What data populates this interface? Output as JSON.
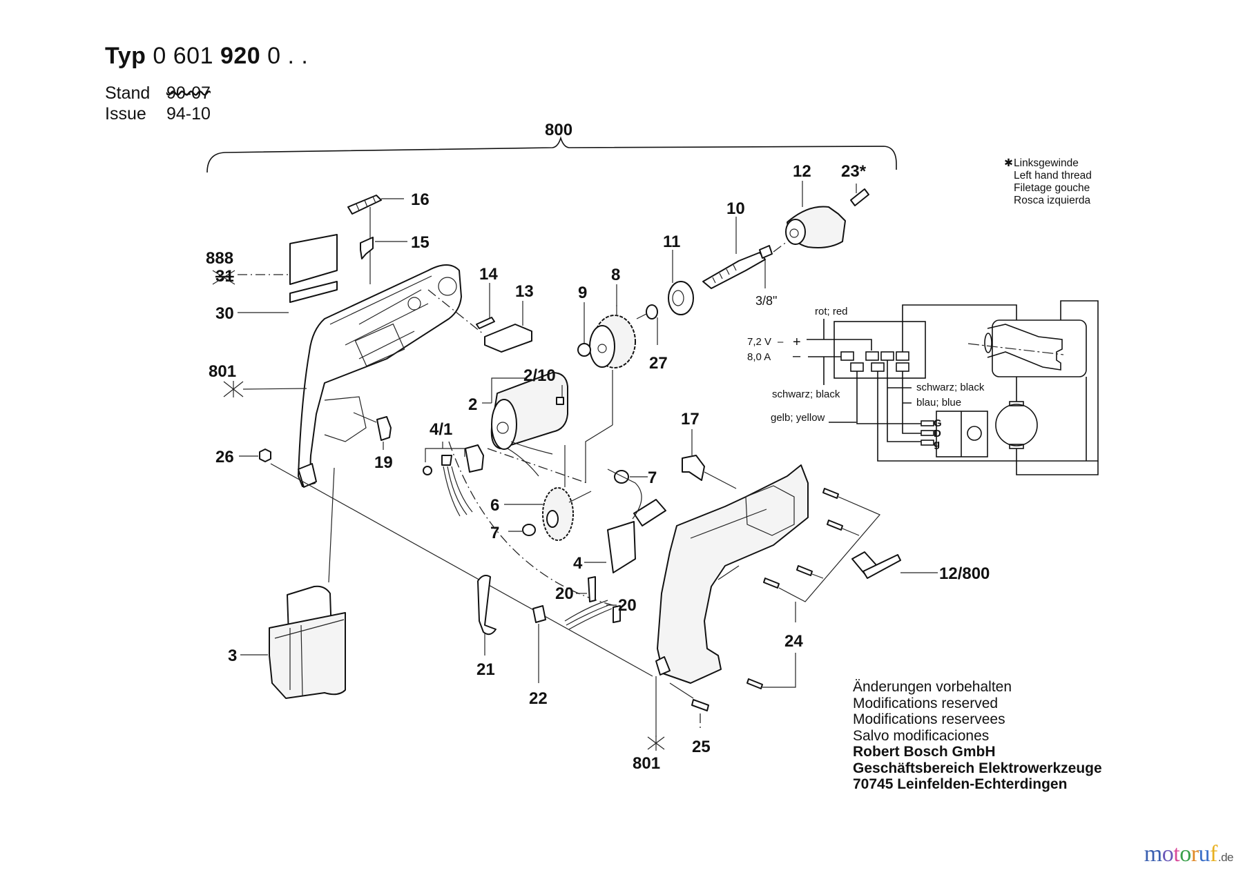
{
  "header": {
    "typ_label": "Typ",
    "typ_prefix": "0 601",
    "typ_main": "920",
    "typ_suffix": "0 . .",
    "stand_label": "Stand",
    "stand_value": "90-07",
    "issue_label": "Issue",
    "issue_value": "94-10"
  },
  "assembly_bracket_label": "800",
  "parts": {
    "p16": "16",
    "p15": "15",
    "p888": "888",
    "p31": "31",
    "p30": "30",
    "p801a": "801",
    "p26": "26",
    "p3": "3",
    "p14": "14",
    "p13": "13",
    "p2_10": "2/10",
    "p2": "2",
    "p4_1": "4/1",
    "p19": "19",
    "p6": "6",
    "p7a": "7",
    "p7b": "7",
    "p4": "4",
    "p20a": "20",
    "p20b": "20",
    "p21": "21",
    "p22": "22",
    "p9": "9",
    "p8": "8",
    "p27": "27",
    "p11": "11",
    "p10": "10",
    "p3_8": "3/8\"",
    "p12": "12",
    "p23": "23*",
    "p17": "17",
    "p12_800": "12/800",
    "p24": "24",
    "p25": "25",
    "p801b": "801"
  },
  "thread_note": {
    "marker": "✱",
    "lines": [
      "Linksgewinde",
      "Left hand thread",
      "Filetage gouche",
      "Rosca izquierda"
    ]
  },
  "wiring": {
    "voltage": "7,2 V",
    "current": "8,0 A",
    "plus": "+",
    "minus": "–",
    "red": "rot; red",
    "black1": "schwarz; black",
    "black2": "schwarz; black",
    "blue": "blau; blue",
    "yellow": "gelb; yellow",
    "pin_g_upper": "G",
    "pin_d": "D",
    "pin_g_lower": "g"
  },
  "footer": {
    "lines": [
      "Änderungen vorbehalten",
      "Modifications reserved",
      "Modifications reservees",
      "Salvo modificaciones"
    ],
    "company": [
      "Robert Bosch GmbH",
      "Geschäftsbereich Elektrowerkzeuge",
      "70745 Leinfelden-Echterdingen"
    ]
  },
  "watermark": {
    "letters": [
      "m",
      "o",
      "t",
      "o",
      "r",
      "u",
      "f"
    ],
    "colors": [
      "#3a5fb0",
      "#6a58b8",
      "#d9489a",
      "#3aa04a",
      "#e08a2a",
      "#3a6fc8",
      "#e8b020"
    ],
    "tld": ".de"
  }
}
